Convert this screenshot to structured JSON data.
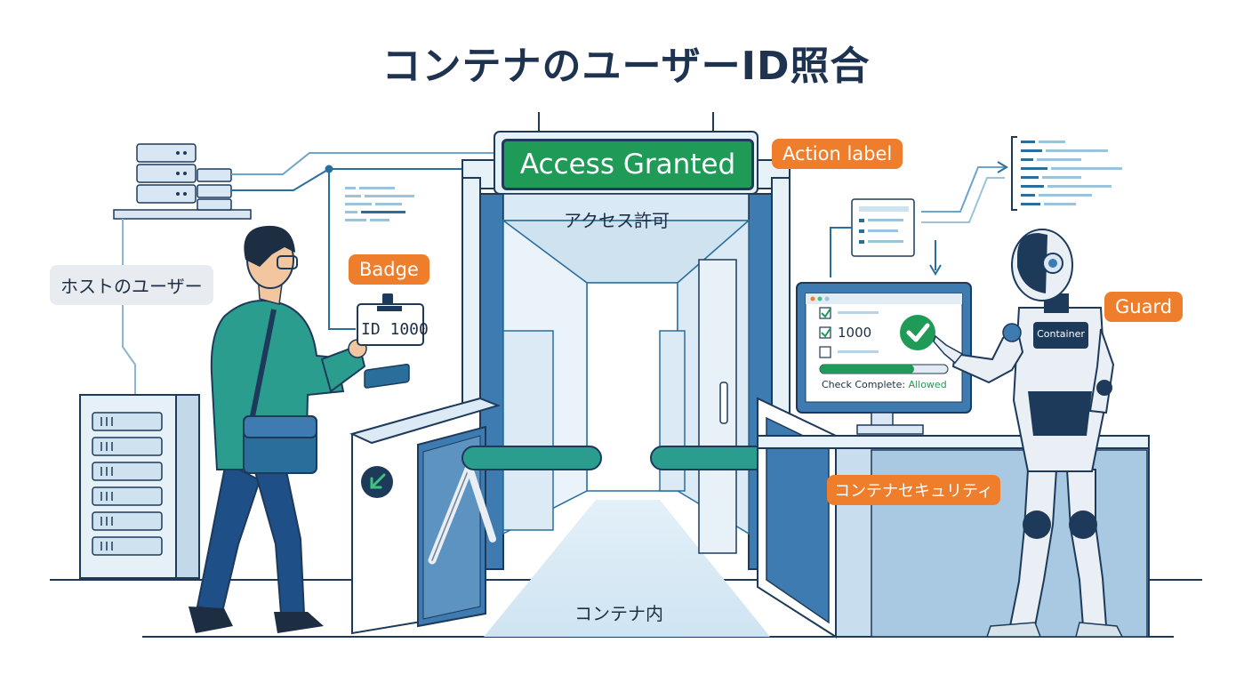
{
  "title": "コンテナのユーザーID照合",
  "labels": {
    "access_granted": "Access Granted",
    "gate_caption": "アクセス許可",
    "action_label": "Action label",
    "host_user": "ホストのユーザー",
    "badge_tag": "Badge",
    "badge_id": "ID 1000",
    "guard_tag": "Guard",
    "robot_chest": "Container",
    "container_security": "コンテナセキュリティ",
    "inside_container": "コンテナ内",
    "monitor_id": "1000",
    "check_prefix": "Check Complete: ",
    "check_status": "Allowed"
  },
  "colors": {
    "navy": "#1d3a5a",
    "teal": "#2a9d8f",
    "orange": "#ee7d2c",
    "green": "#1f9a57",
    "light_blue": "#d8e7f3"
  },
  "icons": [
    "server-rack-icon",
    "check-circle-icon",
    "id-badge-icon",
    "arrow-icon",
    "document-lines-icon"
  ]
}
